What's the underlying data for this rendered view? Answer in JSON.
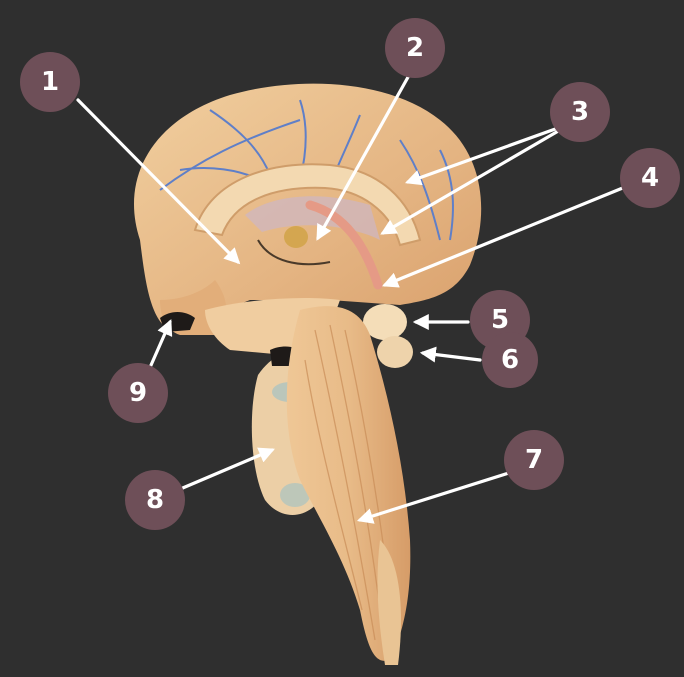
{
  "colors": {
    "background": "#2f2f2f",
    "label_fill": "#6e4f58",
    "label_text": "#ffffff",
    "arrow": "#ffffff",
    "model_base": "#e6b987",
    "model_light": "#f2d3a7",
    "model_shadow": "#c9925e",
    "vessels": "#5f7fc8",
    "fornix_pink": "#e59a86"
  },
  "labels": [
    {
      "id": "1",
      "text": "1"
    },
    {
      "id": "2",
      "text": "2"
    },
    {
      "id": "3",
      "text": "3"
    },
    {
      "id": "4",
      "text": "4"
    },
    {
      "id": "5",
      "text": "5"
    },
    {
      "id": "6",
      "text": "6"
    },
    {
      "id": "7",
      "text": "7"
    },
    {
      "id": "8",
      "text": "8"
    },
    {
      "id": "9",
      "text": "9"
    }
  ]
}
